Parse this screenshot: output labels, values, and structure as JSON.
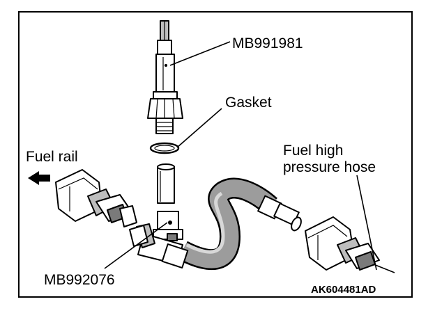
{
  "labels": {
    "tool_top": "MB991981",
    "gasket": "Gasket",
    "fuel_rail": "Fuel rail",
    "hose_line1": "Fuel high",
    "hose_line2": "pressure hose",
    "tool_bottom": "MB992076",
    "figure_code": "AK604481AD"
  },
  "icons": {
    "arrow": "direction-arrow-icon"
  }
}
